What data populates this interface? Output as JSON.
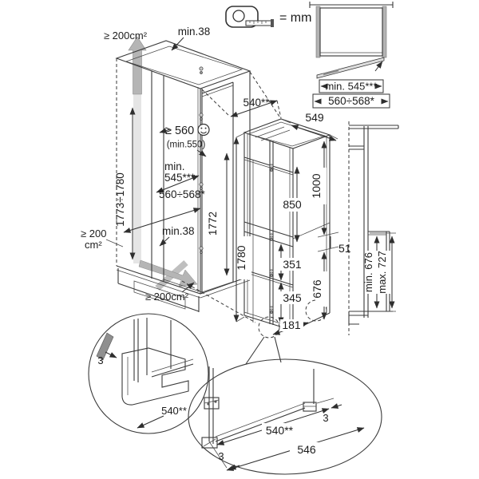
{
  "legend": {
    "unit": "= mm"
  },
  "plan_view": {
    "depth": "min. 545***",
    "width": "560÷568*"
  },
  "niche": {
    "vent_top": "≥ 200cm²",
    "gap_top": "min.38",
    "height_range": "1773÷1780",
    "width_min": "≥ 560",
    "width_min_note": "(min.550)",
    "depth_min_line1": "min.",
    "depth_min_line2": "545***",
    "width_range": "560÷568*",
    "gap_bottom": "min.38",
    "vent_side_line1": "≥ 200",
    "vent_side_line2": "cm²",
    "vent_bottom": "≥ 200cm²",
    "inner_height": "1772"
  },
  "appliance": {
    "door_width": "540**",
    "depth": "549",
    "upper_compartment_height": "1000",
    "upper_door_height": "850",
    "hinge_gap": "51",
    "middle_section_height": "351",
    "lower_door_height": "345",
    "lower_compartment_height": "676",
    "base_width": "181",
    "total_height": "1780"
  },
  "side_profile": {
    "min_height": "min. 676",
    "max_height": "max. 727"
  },
  "detail_left": {
    "shim_gap": "3",
    "door_width": "540**"
  },
  "detail_right": {
    "door_width": "540**",
    "overall_width": "546",
    "gap_right": "3",
    "gap_left": "3"
  },
  "icons": {
    "tape_measure": "tape-measure (units legend)",
    "smiley": "recommended-width smiley",
    "screw": "hinge fixing screw",
    "vent_arrow": "airflow arrow"
  },
  "colors": {
    "line": "#3a3a3a",
    "vent_arrow": "#b5b5b5",
    "wall_fill": "#b3b3b3",
    "shim": "#8f8f8f",
    "background": "#ffffff"
  }
}
